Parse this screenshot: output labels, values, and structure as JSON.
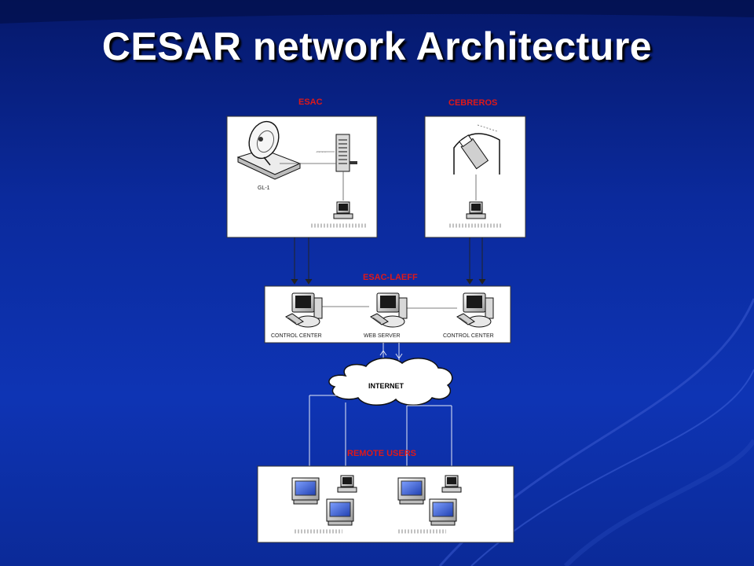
{
  "slide": {
    "title": "CESAR network Architecture"
  },
  "colors": {
    "background": "#0b2a9c",
    "title": "#ffffff",
    "section_label": "#e01818"
  },
  "diagram": {
    "esac": {
      "label": "ESAC",
      "antenna_label": "GL-1"
    },
    "cebreros": {
      "label": "CEBREROS"
    },
    "esac_laeff": {
      "label": "ESAC-LAEFF",
      "nodes": [
        "CONTROL CENTER",
        "WEB SERVER",
        "CONTROL CENTER"
      ]
    },
    "internet": {
      "label": "INTERNET"
    },
    "remote_users": {
      "label": "REMOTE USERS"
    }
  }
}
